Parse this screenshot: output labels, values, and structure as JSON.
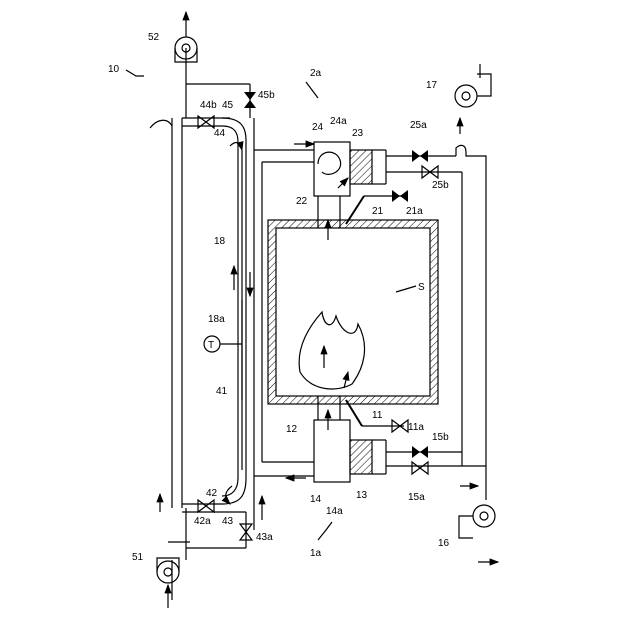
{
  "labels": {
    "system": "10",
    "unit_top": "2a",
    "unit_bottom": "1a",
    "space": "S",
    "thermometer_symbol": "T",
    "fan_52": "52",
    "fan_51": "51",
    "fan_17": "17",
    "fan_16": "16",
    "valve_45b": "45b",
    "valve_44b": "44b",
    "pipe_45": "45",
    "pipe_44": "44",
    "regen_24": "24",
    "regen_24a": "24a",
    "regen_23": "23",
    "valve_25a": "25a",
    "valve_25b": "25b",
    "duct_22": "22",
    "burner_21": "21",
    "valve_21a": "21a",
    "duct_18": "18",
    "sensor_18a": "18a",
    "duct_41": "41",
    "burner_11": "11",
    "valve_11a": "11a",
    "duct_12": "12",
    "valve_15b": "15b",
    "valve_15a": "15a",
    "regen_13": "13",
    "regen_14": "14",
    "regen_14a": "14a",
    "pipe_42": "42",
    "valve_42a": "42a",
    "pipe_43": "43",
    "valve_43a": "43a"
  }
}
